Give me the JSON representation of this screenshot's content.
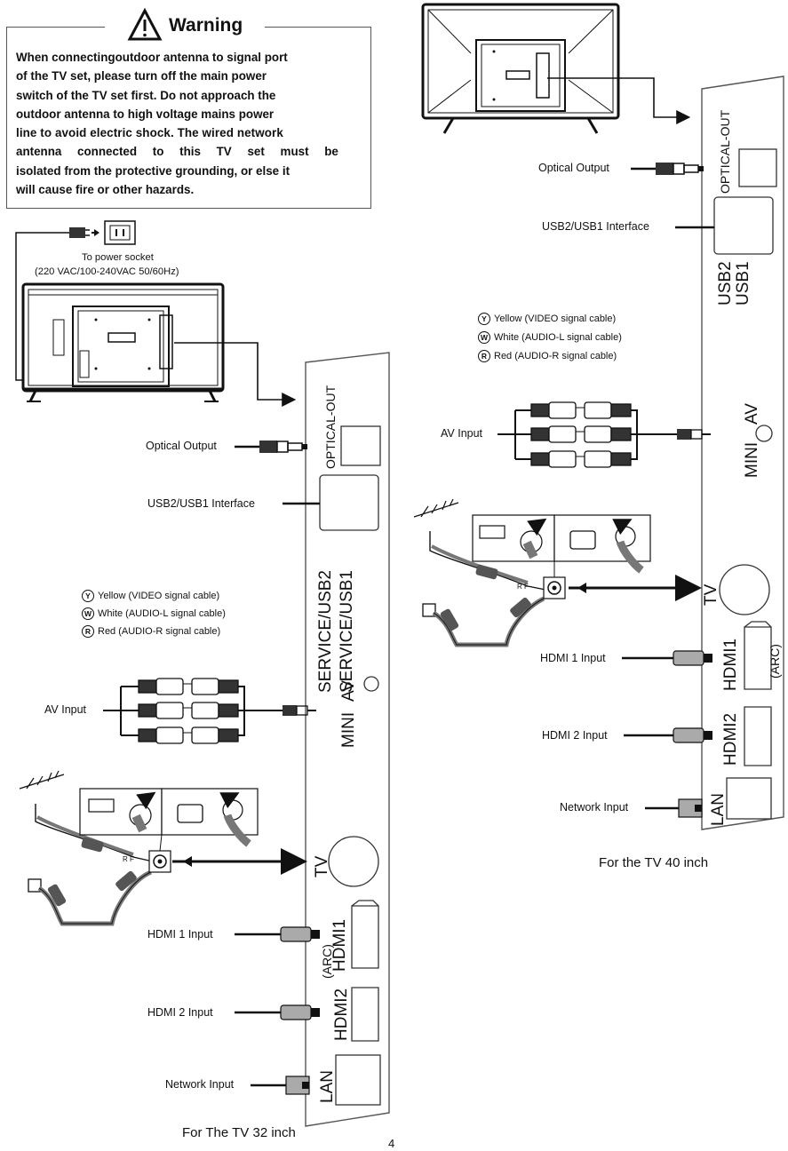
{
  "warning": {
    "title": "Warning",
    "lines": [
      "When connectingoutdoor antenna to signal port",
      "of the TV set, please turn off the main power",
      "switch of the TV set first. Do not approach the",
      "outdoor antenna to high voltage mains power",
      "line to avoid electric shock. The wired network",
      "antenna connected to this TV set must be",
      "isolated from the protective grounding, or else it",
      "will cause fire or other hazards."
    ]
  },
  "power": {
    "line1": "To power socket",
    "line2": "(220 VAC/100-240VAC 50/60Hz)"
  },
  "tv32": {
    "caption": "For The TV 32 inch",
    "labels": {
      "optical": "Optical Output",
      "usb": "USB2/USB1 Interface",
      "av": "AV Input",
      "hdmi1": "HDMI 1 Input",
      "hdmi2": "HDMI 2 Input",
      "network": "Network Input"
    },
    "ports": {
      "optical_out": "OPTICAL-OUT",
      "usb2": "SERVICE/USB2",
      "usb1": "SERVICE/USB1",
      "mini": "MINI",
      "av": "AV",
      "tv": "TV",
      "arc": "(ARC)",
      "hdmi1": "HDMI1",
      "hdmi2": "HDMI2",
      "lan": "LAN"
    }
  },
  "tv40": {
    "caption": "For the TV 40 inch",
    "labels": {
      "optical": "Optical Output",
      "usb": "USB2/USB1 Interface",
      "av": "AV Input",
      "hdmi1": "HDMI 1 Input",
      "hdmi2": "HDMI 2 Input",
      "network": "Network Input"
    },
    "ports": {
      "optical_out": "OPTICAL-OUT",
      "usb2": "USB2",
      "usb1": "USB1",
      "mini": "MINI",
      "av": "AV",
      "tv": "TV",
      "hdmi1": "HDMI1",
      "arc": "(ARC)",
      "hdmi2": "HDMI2",
      "lan": "LAN"
    }
  },
  "legend": {
    "yellow": {
      "letter": "Y",
      "text": "Yellow (VIDEO signal cable)"
    },
    "white": {
      "letter": "W",
      "text": "White (AUDIO-L signal cable)"
    },
    "red": {
      "letter": "R",
      "text": "Red (AUDIO-R signal cable)"
    }
  },
  "rf_label": "R F",
  "page_number": "4"
}
